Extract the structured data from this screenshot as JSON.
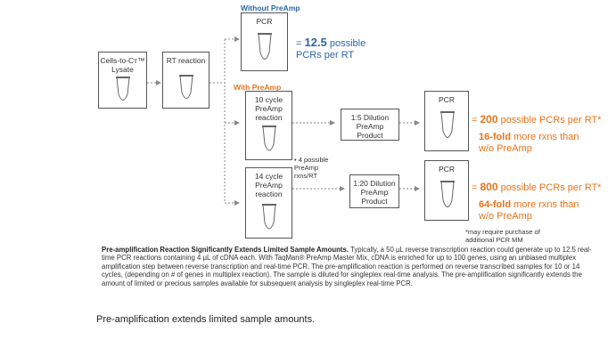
{
  "headers": {
    "without": "Without PreAmp",
    "with": "With PreAmp"
  },
  "boxes": {
    "lysate": "Cells-to-Cᴛ™\nLysate",
    "rt": "RT reaction",
    "pcr_top": "PCR",
    "cycle10": "10 cycle\nPreAmp\nreaction",
    "cycle14": "14 cycle\nPreAmp\nreaction",
    "dil1": "1:5 Dilution\nPreAmp\nProduct",
    "dil2": "1:20 Dilution\nPreAmp\nProduct",
    "pcr_mid": "PCR",
    "pcr_bot": "PCR"
  },
  "notes": {
    "rxns": "• 4 possible\nPreAmp\nrxns/RT",
    "purchase": "*may require purchase of\nadditional PCR MM"
  },
  "results": {
    "top_prefix": "= ",
    "top_value": "12.5",
    "top_suffix": " possible",
    "top_line2": "PCRs per RT",
    "mid_prefix": "= ",
    "mid_value": "200",
    "mid_suffix": " possible PCRs per RT*",
    "mid_fold": "16-fold",
    "mid_fold_rest": " more rxns than",
    "mid_line3": "w/o PreAmp",
    "bot_prefix": "= ",
    "bot_value": "800",
    "bot_suffix": " possible PCRs per RT*",
    "bot_fold": "64-fold",
    "bot_fold_rest": " more rxns than",
    "bot_line3": "w/o PreAmp"
  },
  "description": {
    "bold": "Pre-amplification Reaction Significantly Extends Limited Sample Amounts.",
    "text": " Typically, a 50 µL reverse transcription reaction could generate up to 12.5 real-time PCR reactions containing 4 µL of cDNA each. With TaqMan® PreAmp Master Mix, cDNA is enriched for up to 100 genes, using an unbiased multiplex amplification step between reverse transcription and real-time PCR. The pre-amplification reaction is performed on reverse transcribed samples for 10 or 14 cycles, (depending on # of genes in multiplex reaction). The sample is diluted for singleplex real-time analysis. The pre-amplification significantly extends the amount of limited or precious samples available for subsequent analysis by singleplex real-time PCR."
  },
  "figure_caption": "Pre-amplification extends limited sample amounts.",
  "colors": {
    "blue": "#2b66a8",
    "orange": "#e8741b",
    "arrow": "#999999"
  }
}
